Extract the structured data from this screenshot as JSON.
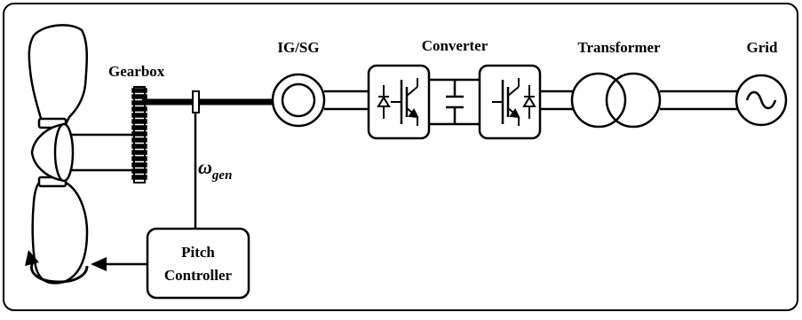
{
  "diagram": {
    "labels": {
      "gearbox": "Gearbox",
      "generator": "IG/SG",
      "converter": "Converter",
      "transformer": "Transformer",
      "grid": "Grid",
      "omega_symbol": "ω",
      "omega_subscript": "gen",
      "pitch_line1": "Pitch",
      "pitch_line2": "Controller"
    },
    "icons": [
      "wind-turbine-rotor-icon",
      "pitch-rotation-arrow-icon",
      "gear-icon",
      "igbt-rectifier-icon",
      "igbt-inverter-icon",
      "capacitor-icon",
      "transformer-icon",
      "ac-source-icon"
    ],
    "colors": {
      "stroke": "#000000",
      "background": "#ffffff"
    }
  }
}
